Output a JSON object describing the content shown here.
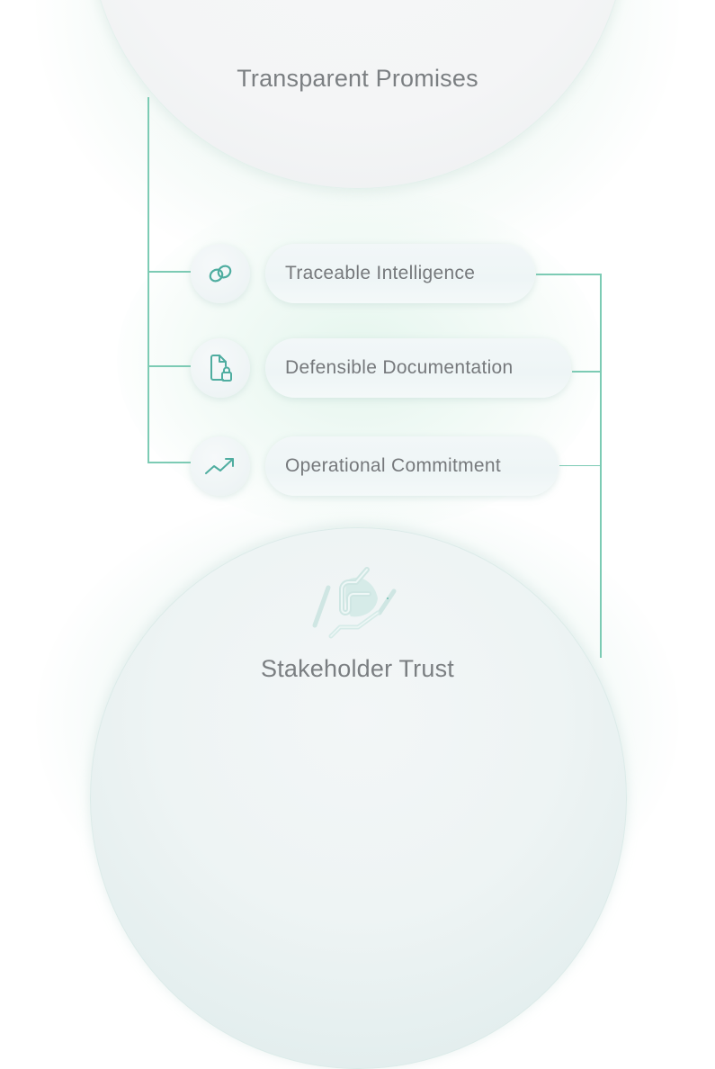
{
  "diagram": {
    "top_node": {
      "label": "Transparent Promises"
    },
    "bottom_node": {
      "label": "Stakeholder Trust",
      "icon": "handshake-icon"
    },
    "items": [
      {
        "label": "Traceable Intelligence",
        "icon": "link-icon"
      },
      {
        "label": "Defensible Documentation",
        "icon": "locked-document-icon"
      },
      {
        "label": "Operational Commitment",
        "icon": "trending-up-icon"
      }
    ],
    "colors": {
      "connector": "#7ccbb4",
      "icon_stroke": "#4fada0",
      "text": "#76797c",
      "node_fill": "#f4f5f6"
    }
  }
}
